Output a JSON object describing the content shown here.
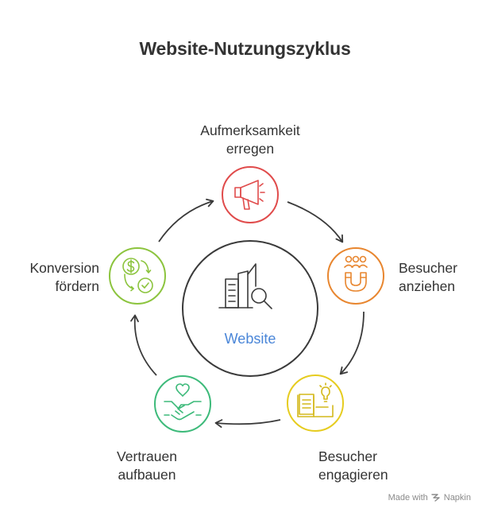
{
  "title": "Website-Nutzungszyklus",
  "center": {
    "label": "Website",
    "icon": "website-search-icon"
  },
  "steps": [
    {
      "line1": "Aufmerksamkeit",
      "line2": "erregen",
      "icon": "megaphone-icon",
      "color": "#e04b4b"
    },
    {
      "line1": "Besucher",
      "line2": "anziehen",
      "icon": "magnet-people-icon",
      "color": "#e8862f"
    },
    {
      "line1": "Besucher",
      "line2": "engagieren",
      "icon": "book-lightbulb-icon",
      "color": "#e6cc1f"
    },
    {
      "line1": "Vertrauen",
      "line2": "aufbauen",
      "icon": "handshake-heart-icon",
      "color": "#3dba7a"
    },
    {
      "line1": "Konversion",
      "line2": "fördern",
      "icon": "dollar-check-icon",
      "color": "#8cc43e"
    }
  ],
  "footer": {
    "made_with": "Made with",
    "brand": "Napkin"
  },
  "colors": {
    "center_label": "#4a86d8",
    "ring": "#3a3a3a",
    "text": "#333333"
  }
}
